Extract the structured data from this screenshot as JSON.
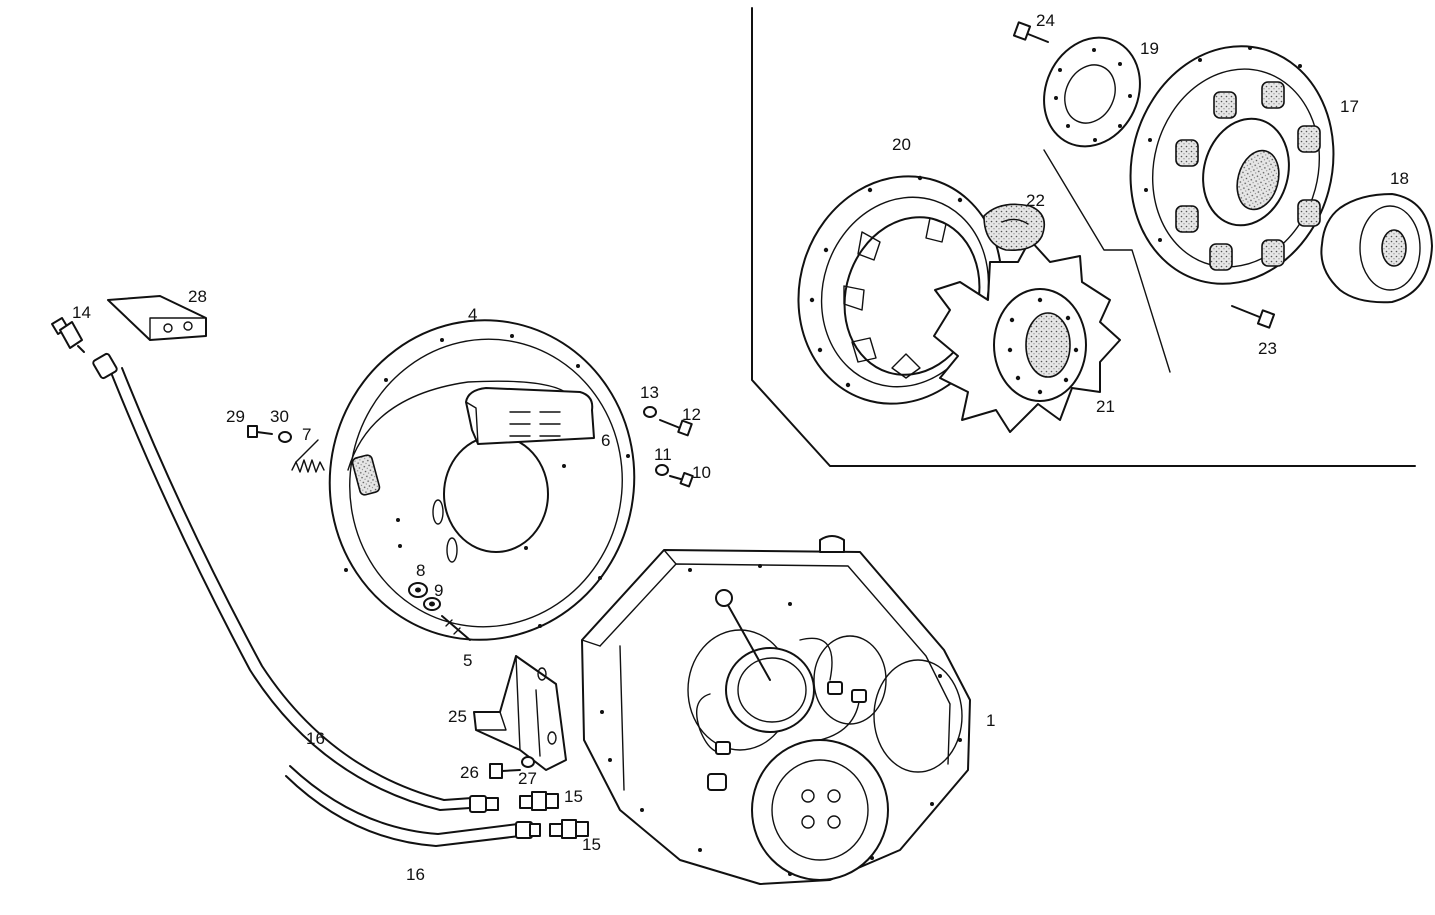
{
  "callouts": {
    "c1": "1",
    "c4": "4",
    "c5": "5",
    "c6": "6",
    "c7": "7",
    "c8": "8",
    "c9": "9",
    "c10": "10",
    "c11": "11",
    "c12": "12",
    "c13": "13",
    "c14": "14",
    "c15a": "15",
    "c15b": "15",
    "c16a": "16",
    "c16b": "16",
    "c17": "17",
    "c18": "18",
    "c19": "19",
    "c20": "20",
    "c21": "21",
    "c22": "22",
    "c23": "23",
    "c24": "24",
    "c25": "25",
    "c26": "26",
    "c27": "27",
    "c28": "28",
    "c29": "29",
    "c30": "30"
  }
}
